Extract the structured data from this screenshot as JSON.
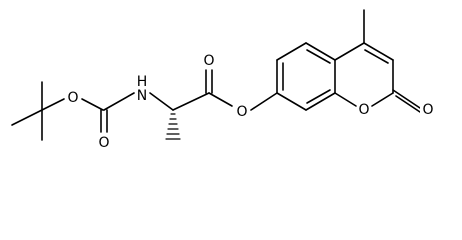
{
  "molecule": {
    "atoms": {
      "o_ester_tboc": "O",
      "o_carbonyl_boc": "O",
      "n_amide": "H",
      "n_symbol": "N",
      "o_carbonyl_ester": "O",
      "o_ester_link": "O",
      "o_ring": "O",
      "o_lactone_carbonyl": "O"
    },
    "colors": {
      "bond": "#000000",
      "label": "#000000",
      "background": "#ffffff"
    }
  }
}
